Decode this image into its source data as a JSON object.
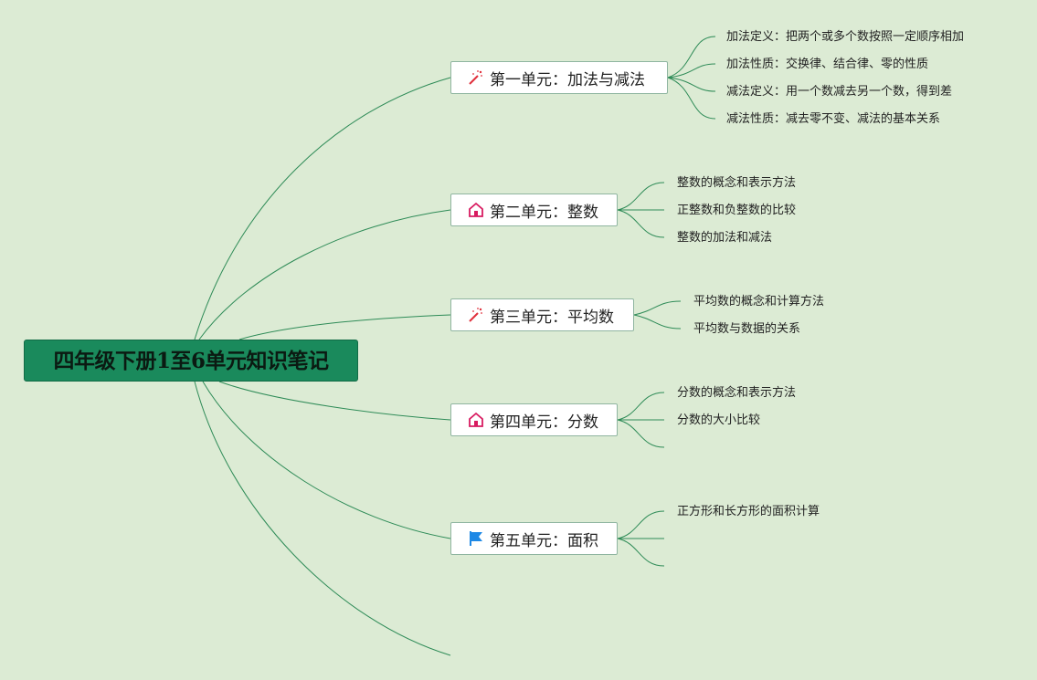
{
  "root": {
    "title": "四年级下册1至6单元知识笔记"
  },
  "units": [
    {
      "title": "第一单元：加法与减法",
      "icon": "magic-wand-icon",
      "topics": [
        "加法定义：把两个或多个数按照一定顺序相加",
        "加法性质：交换律、结合律、零的性质",
        "减法定义：用一个数减去另一个数，得到差",
        "减法性质：减去零不变、减法的基本关系"
      ]
    },
    {
      "title": "第二单元：整数",
      "icon": "home-icon",
      "topics": [
        "整数的概念和表示方法",
        "正整数和负整数的比较",
        "整数的加法和减法"
      ]
    },
    {
      "title": "第三单元：平均数",
      "icon": "magic-wand-icon",
      "topics": [
        "平均数的概念和计算方法",
        "平均数与数据的关系"
      ]
    },
    {
      "title": "第四单元：分数",
      "icon": "home-icon",
      "topics": [
        "分数的概念和表示方法",
        "分数的大小比较"
      ]
    },
    {
      "title": "第五单元：面积",
      "icon": "flag-icon",
      "topics": [
        "正方形和长方形的面积计算"
      ]
    }
  ],
  "colors": {
    "background": "#dcebd4",
    "root_fill": "#1a8a5c",
    "line": "#2e8b57",
    "wand": "#e0303c",
    "home": "#d81b60",
    "flag": "#1e88e5"
  }
}
